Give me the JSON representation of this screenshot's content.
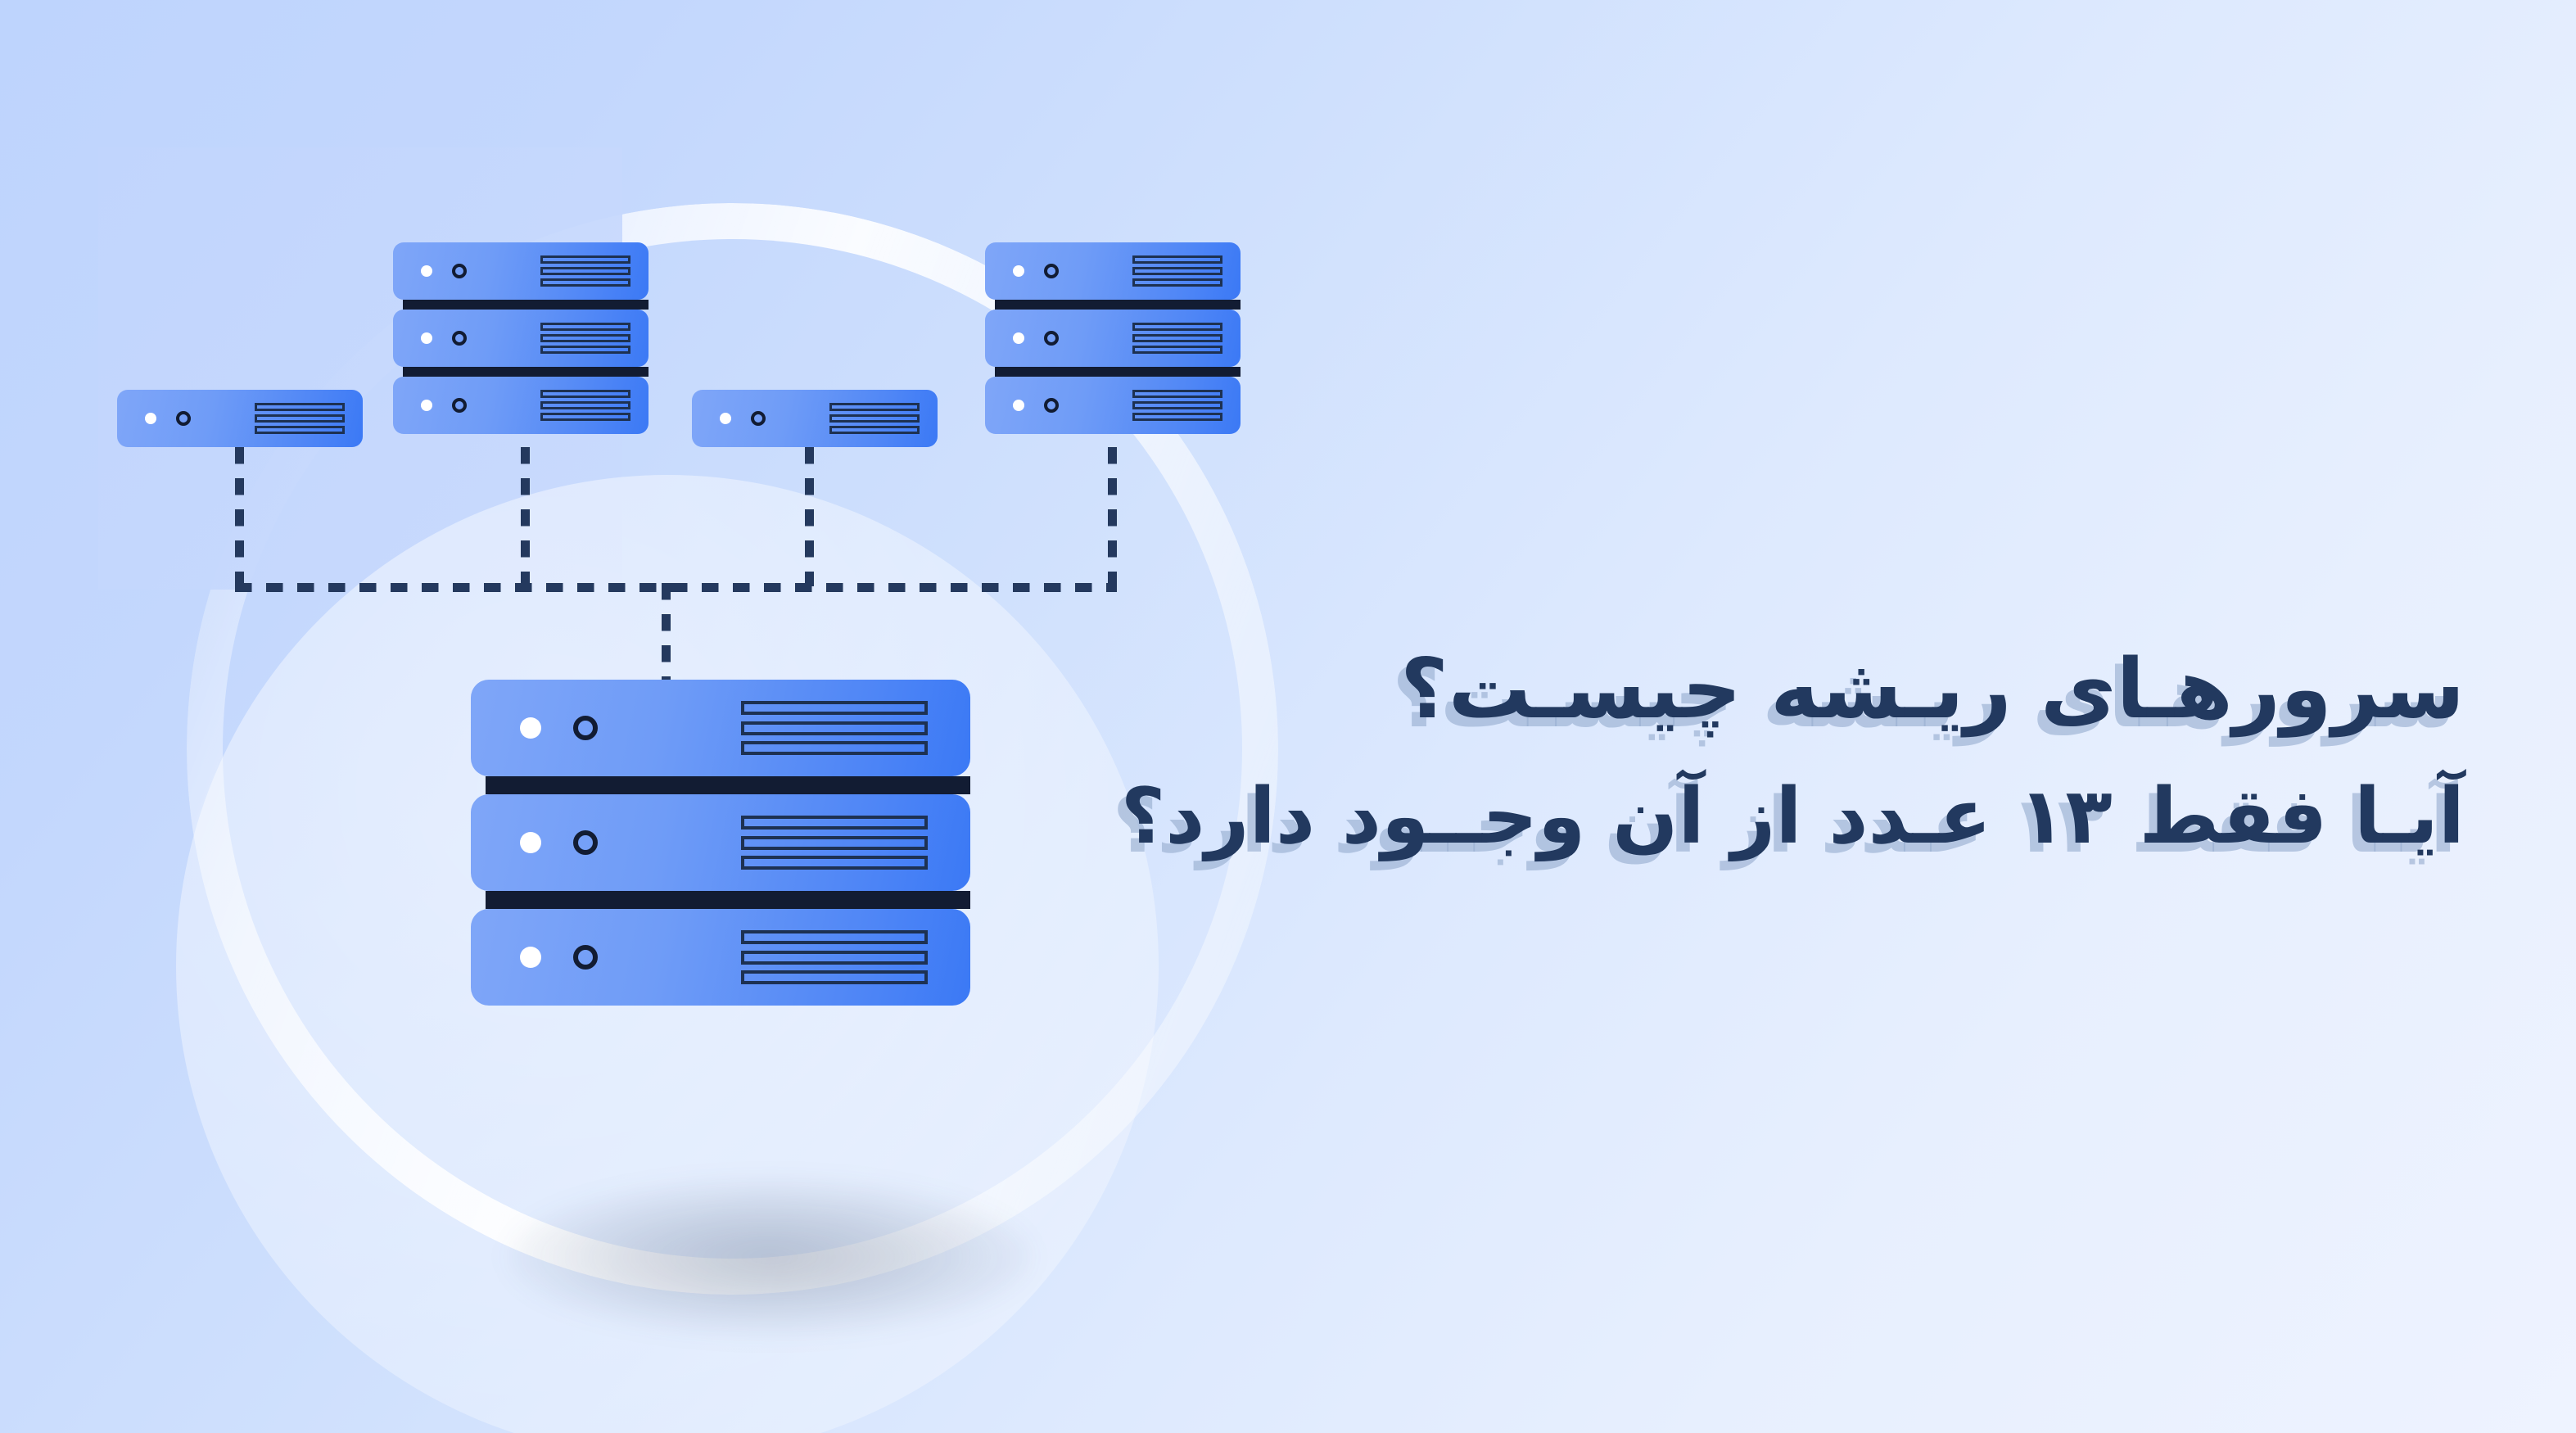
{
  "banner": {
    "language": "fa",
    "direction": "rtl",
    "background": {
      "gradient_from": "#bed4fd",
      "gradient_to": "#eef3ff",
      "circle_fill": "#d6e4fe",
      "ring_fill": "#e8effe"
    }
  },
  "headline": {
    "line1": "سرورهـای ریـشه چیسـت؟",
    "line2": "آیـا فقط ۱۳ عـدد از آن وجــود دارد؟",
    "text_color": "#22395f",
    "shadow_color": "#96acce"
  },
  "illustration": {
    "name": "root-server-network-diagram",
    "accent_blue": "#4f86f6",
    "accent_blue_light": "#7fa6f8",
    "dark_navy": "#121c33",
    "wire_color": "#24395e",
    "racks": [
      {
        "id": "single-left",
        "type": "single",
        "units": 1,
        "label": "edge-server-left"
      },
      {
        "id": "stack-left",
        "type": "stack",
        "units": 3,
        "label": "root-server-stack-left"
      },
      {
        "id": "single-mid",
        "type": "single",
        "units": 1,
        "label": "edge-server-middle"
      },
      {
        "id": "stack-right",
        "type": "stack",
        "units": 3,
        "label": "root-server-stack-right"
      },
      {
        "id": "main",
        "type": "main",
        "units": 3,
        "label": "primary-root-server"
      }
    ],
    "unit_details": {
      "led_count": 1,
      "knob_count": 1,
      "slot_count": 3
    }
  }
}
